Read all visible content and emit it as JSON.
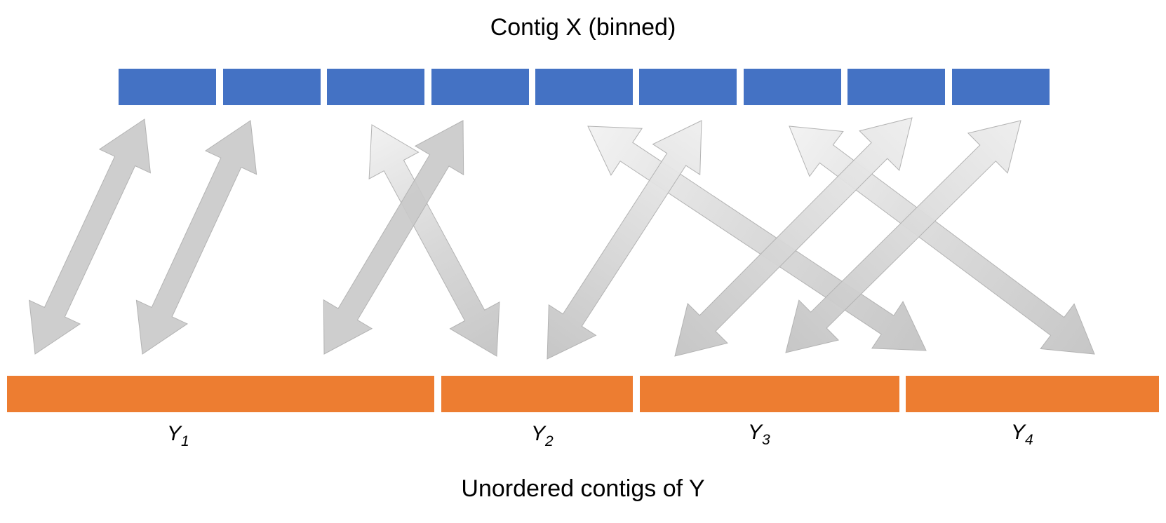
{
  "top": {
    "title": "Contig X (binned)",
    "bin_count": 9,
    "color": "#4472C4"
  },
  "bottom": {
    "title": "Unordered contigs of Y",
    "color": "#ED7D31",
    "contigs": [
      {
        "base": "Y",
        "sub": "1"
      },
      {
        "base": "Y",
        "sub": "2"
      },
      {
        "base": "Y",
        "sub": "3"
      },
      {
        "base": "Y",
        "sub": "4"
      }
    ]
  },
  "arrows": {
    "fill": "#C9C9C9",
    "stroke": "#B5B5B5",
    "light_fill": "#EFEFEF",
    "count": 9
  }
}
